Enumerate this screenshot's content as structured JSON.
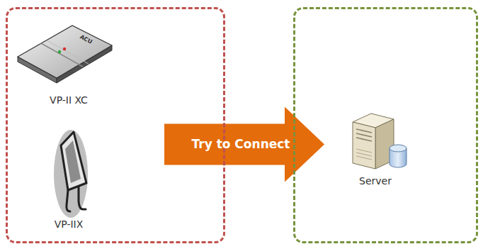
{
  "diagram": {
    "nodes": [
      {
        "text": [
          "VP-II XC",
          "VP-IIX"
        ]
      },
      {
        "text": [
          "Server"
        ]
      }
    ],
    "edges": [
      {
        "from": 0,
        "to": 1,
        "label": "Try to Connect",
        "arrow": "to"
      }
    ],
    "labels": [
      "ACU"
    ]
  }
}
